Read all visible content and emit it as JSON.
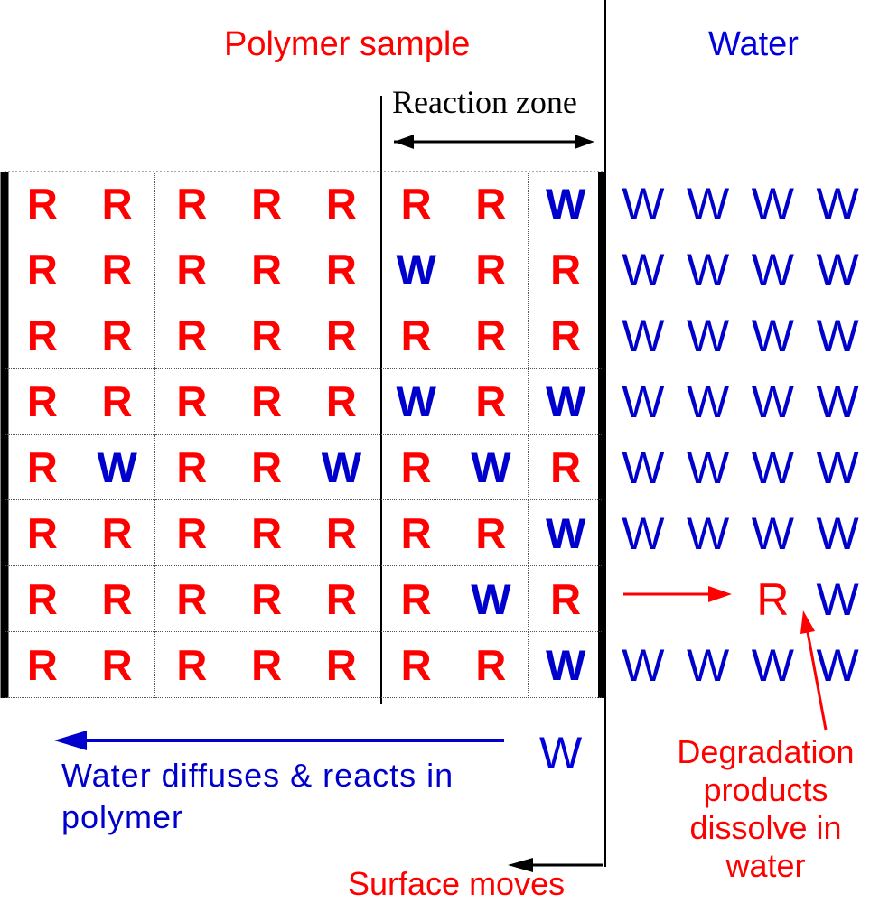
{
  "labels": {
    "polymer_sample": "Polymer sample",
    "water": "Water",
    "reaction_zone": "Reaction zone",
    "diffuse_line1": "Water  diffuses  &  reacts  in",
    "diffuse_line2": "polymer",
    "lone_w": "W",
    "degradation_line1": "Degradation",
    "degradation_line2": "products",
    "degradation_line3": "dissolve in",
    "degradation_line4": "water",
    "surface_moves": "Surface moves"
  },
  "polymer_grid": [
    [
      "R",
      "R",
      "R",
      "R",
      "R",
      "R",
      "R",
      "W"
    ],
    [
      "R",
      "R",
      "R",
      "R",
      "R",
      "W",
      "R",
      "R"
    ],
    [
      "R",
      "R",
      "R",
      "R",
      "R",
      "R",
      "R",
      "R"
    ],
    [
      "R",
      "R",
      "R",
      "R",
      "R",
      "W",
      "R",
      "W"
    ],
    [
      "R",
      "W",
      "R",
      "R",
      "W",
      "R",
      "W",
      "R"
    ],
    [
      "R",
      "R",
      "R",
      "R",
      "R",
      "R",
      "R",
      "W"
    ],
    [
      "R",
      "R",
      "R",
      "R",
      "R",
      "R",
      "W",
      "R"
    ],
    [
      "R",
      "R",
      "R",
      "R",
      "R",
      "R",
      "R",
      "W"
    ]
  ],
  "water_grid": [
    [
      "W",
      "W",
      "W",
      "W"
    ],
    [
      "W",
      "W",
      "W",
      "W"
    ],
    [
      "W",
      "W",
      "W",
      "W"
    ],
    [
      "W",
      "W",
      "W",
      "W"
    ],
    [
      "W",
      "W",
      "W",
      "W"
    ],
    [
      "W",
      "W",
      "W",
      "W"
    ],
    [
      "",
      "",
      "R",
      "W"
    ],
    [
      "W",
      "W",
      "W",
      "W"
    ]
  ],
  "colors": {
    "red": "#ff0000",
    "blue": "#0000cc",
    "black": "#000000"
  }
}
